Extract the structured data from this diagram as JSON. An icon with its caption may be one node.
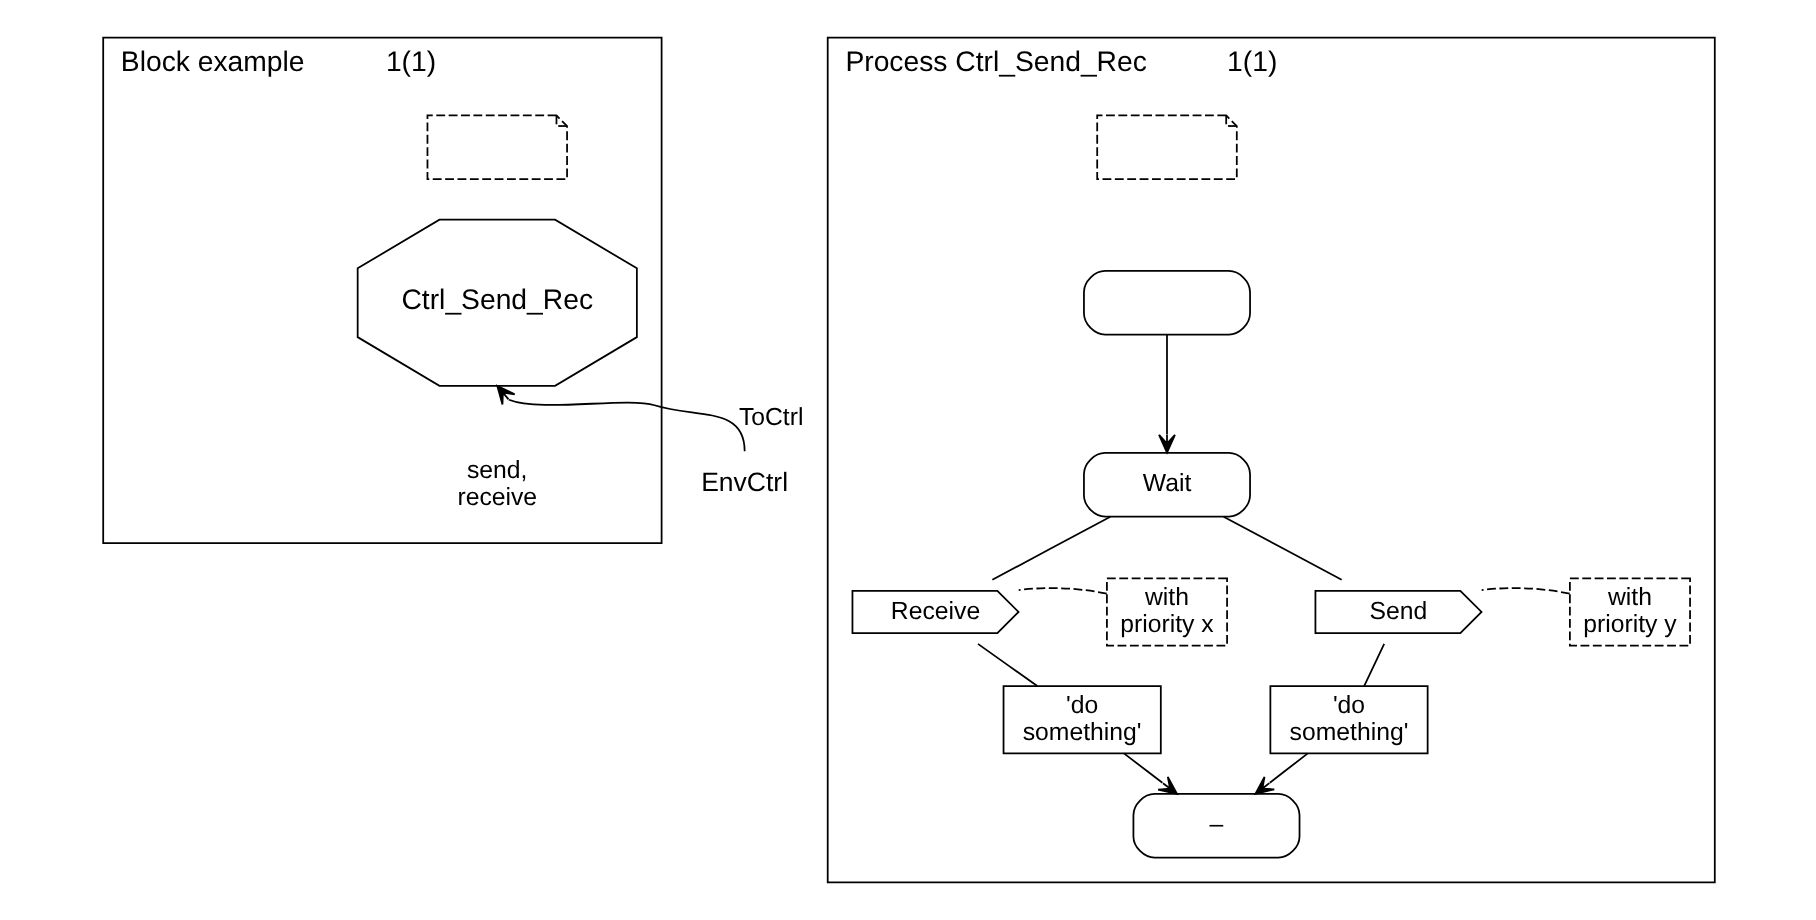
{
  "diagram": {
    "nodes": [
      {
        "text": [
          "Block example",
          "1(1)"
        ]
      },
      {
        "text": [],
        "shape": "note",
        "in": 0
      },
      {
        "text": [
          "Ctrl_Send_Rec"
        ],
        "in": 0
      },
      {
        "text": [
          "EnvCtrl"
        ]
      },
      {
        "text": [
          "Process Ctrl_Send_Rec",
          "1(1)"
        ]
      },
      {
        "text": [],
        "shape": "note",
        "in": 4
      },
      {
        "text": [],
        "shape": "oval",
        "in": 4
      },
      {
        "text": [
          "Wait"
        ],
        "in": 4
      },
      {
        "text": [
          "Receive"
        ],
        "in": 4
      },
      {
        "text": [
          "with priority x"
        ],
        "in": 4
      },
      {
        "text": [
          "Send"
        ],
        "in": 4
      },
      {
        "text": [
          "with priority y"
        ],
        "in": 4
      },
      {
        "text": [
          "'do something'"
        ],
        "in": 4
      },
      {
        "text": [
          "'do something'"
        ],
        "in": 4
      },
      {
        "text": [
          "–"
        ],
        "in": 4
      }
    ],
    "edges": [
      {
        "from": 3,
        "to": 2,
        "arrow": "to",
        "label": "ToCtrl"
      },
      {
        "from": 6,
        "to": 7,
        "arrow": "to"
      },
      {
        "from": 7,
        "to": 8,
        "arrow": "none"
      },
      {
        "from": 7,
        "to": 10,
        "arrow": "none"
      },
      {
        "from": 9,
        "to": 8,
        "arrow": "none",
        "style": "dashed"
      },
      {
        "from": 11,
        "to": 10,
        "arrow": "none",
        "style": "dashed"
      },
      {
        "from": 8,
        "to": 12,
        "arrow": "none"
      },
      {
        "from": 10,
        "to": 13,
        "arrow": "none"
      },
      {
        "from": 12,
        "to": 14,
        "arrow": "to"
      },
      {
        "from": 13,
        "to": 14,
        "arrow": "to"
      }
    ],
    "labels": [
      "send, receive"
    ]
  }
}
